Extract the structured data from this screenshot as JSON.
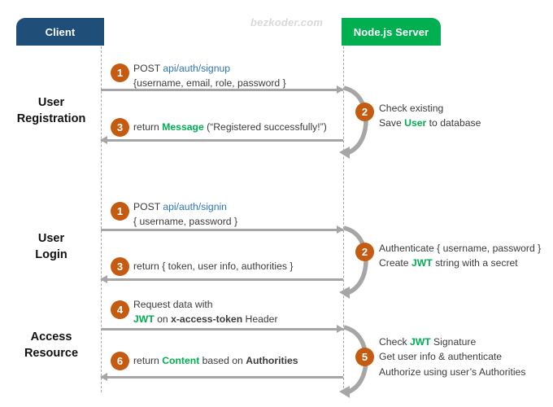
{
  "watermark": "bezkoder.com",
  "colors": {
    "client_box": "#1f4e79",
    "server_box": "#00B050",
    "step_badge": "#C55A11",
    "arrow": "#a6a6a6",
    "url_link": "#2E75B6",
    "highlight_green": "#00B050",
    "lifeline": "#a6a6a6"
  },
  "actors": {
    "client": "Client",
    "server": "Node.js Server"
  },
  "phases": [
    {
      "line1": "User",
      "line2": "Registration"
    },
    {
      "line1": "User",
      "line2": "Login"
    },
    {
      "line1": "Access",
      "line2": "Resource"
    }
  ],
  "steps": {
    "s1_signup": {
      "number": "1",
      "line1_plain": "POST ",
      "line1_url": "api/auth/signup",
      "line2": "{username, email, role, password }"
    },
    "s2_register_note": {
      "number": "2",
      "line1": "Check existing",
      "line2_pre": "Save ",
      "line2_green": "User",
      "line2_post": " to database"
    },
    "s3_register_return": {
      "number": "3",
      "pre": "return ",
      "green": "Message",
      "post": " (“Registered successfully!”)"
    },
    "s1_signin": {
      "number": "1",
      "line1_plain": "POST ",
      "line1_url": "api/auth/signin",
      "line2": "{ username, password }"
    },
    "s2_login_note": {
      "number": "2",
      "line1": "Authenticate { username, password }",
      "line2_pre": "Create ",
      "line2_green": "JWT",
      "line2_post": " string with a secret"
    },
    "s3_login_return": {
      "number": "3",
      "text": "return { token, user info, authorities }"
    },
    "s4_request": {
      "number": "4",
      "line1": "Request  data with",
      "line2_green": "JWT",
      "line2_mid": " on ",
      "line2_bold": "x-access-token",
      "line2_post": " Header"
    },
    "s5_access_note": {
      "number": "5",
      "line1_pre": "Check ",
      "line1_green": "JWT",
      "line1_post": " Signature",
      "line2": "Get user info & authenticate",
      "line3": "Authorize using user’s Authorities"
    },
    "s6_content_return": {
      "number": "6",
      "pre": "return ",
      "green": "Content",
      "mid": " based on ",
      "bold": "Authorities"
    }
  }
}
